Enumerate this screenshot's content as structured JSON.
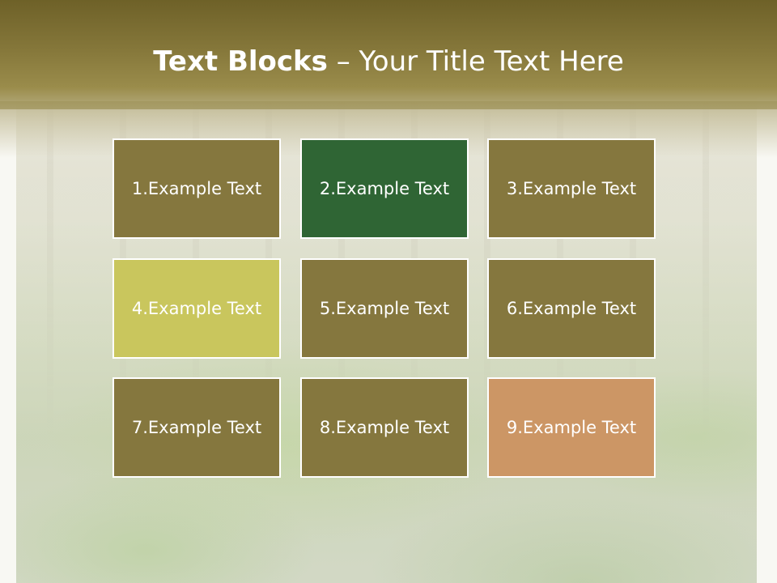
{
  "slide": {
    "title_bold": "Text Blocks",
    "title_dash": " – ",
    "title_rest": "Your Title Text Here"
  },
  "tiles": [
    {
      "label": "1.Example Text",
      "color": "#85773e"
    },
    {
      "label": "2.Example Text",
      "color": "#2f6534"
    },
    {
      "label": "3.Example Text",
      "color": "#85773e"
    },
    {
      "label": "4.Example Text",
      "color": "#c9c65d"
    },
    {
      "label": "5.Example Text",
      "color": "#85773e"
    },
    {
      "label": "6.Example Text",
      "color": "#85773e"
    },
    {
      "label": "7.Example Text",
      "color": "#85773e"
    },
    {
      "label": "8.Example Text",
      "color": "#85773e"
    },
    {
      "label": "9.Example Text",
      "color": "#cc9665"
    }
  ],
  "colors": {
    "header": "#7c6f33",
    "tile_border": "#ffffff",
    "text": "#ffffff"
  }
}
